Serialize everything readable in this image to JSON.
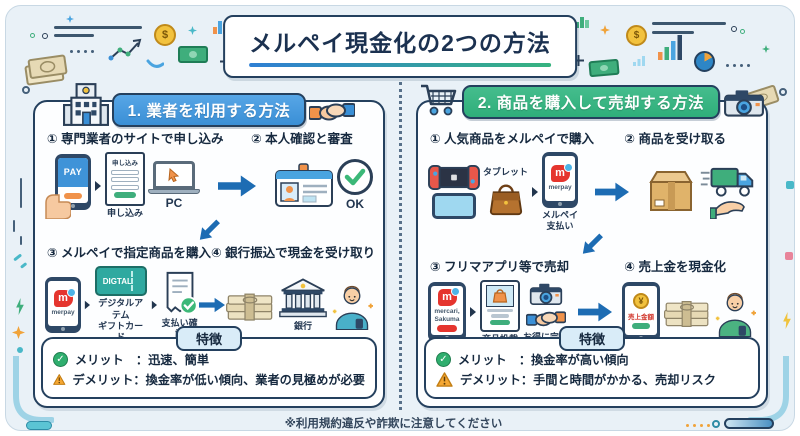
{
  "title": "メルペイ現金化の2つの方法",
  "footer_note": "※利用規約違反や詐欺に注意してください",
  "logos": {
    "m": "m"
  },
  "colors": {
    "background": "#e9f1f7",
    "outline": "#24405e",
    "ink": "#16293f",
    "method1-accent": "#3a8fd6",
    "method2-accent": "#2fae7a",
    "arrow": "#1d6cb3",
    "merit-green": "#2fae6e",
    "warning-orange": "#f5a733",
    "title-underline-start": "#2f7fd4",
    "title-underline-end": "#36b37f"
  },
  "method1": {
    "header": "1. 業者を利用する方法",
    "steps": {
      "s1_label": "① 専門業者のサイトで申し込み",
      "s2_label": "② 本人確認と審査",
      "s3_label": "③ メルペイで指定商品を購入",
      "s4_label": "④ 銀行振込で現金を受け取り"
    },
    "figures": {
      "phone_screen": "PAY",
      "form_title": "申し込み",
      "form_caption": "申し込み",
      "pc_caption": "PC",
      "ok_label": "OK",
      "merpay_logo": "merpay",
      "card_text": "DIGTAL",
      "card_caption": "デジタルアテム\nギフトカード",
      "receipt_caption": "支払い確認",
      "bank_caption": "銀行"
    },
    "features": {
      "title": "特徴",
      "merit": "メリット　：迅速、簡単",
      "demerit": "デメリット：換金率が低い傾向、業者の見極めが必要"
    }
  },
  "method2": {
    "header": "2. 商品を購入して売却する方法",
    "steps": {
      "s1_label": "① 人気商品をメルペイで購入",
      "s2_label": "② 商品を受け取る",
      "s3_label": "③ フリマアプリ等で売却",
      "s4_label": "④ 売上金を現金化"
    },
    "figures": {
      "tablet_caption": "タブレット",
      "merpay_logo": "merpay",
      "merpay_caption": "メルペイ\n支払い",
      "mercari_logo": "mercari,\nSakuma",
      "listing_caption": "商品投載",
      "deal_caption": "お得に完了",
      "sales_label": "売上金額"
    },
    "features": {
      "title": "特徴",
      "merit": "メリット　：換金率が高い傾向",
      "demerit": "デメリット：手間と時間がかかる、売却リスク"
    }
  }
}
